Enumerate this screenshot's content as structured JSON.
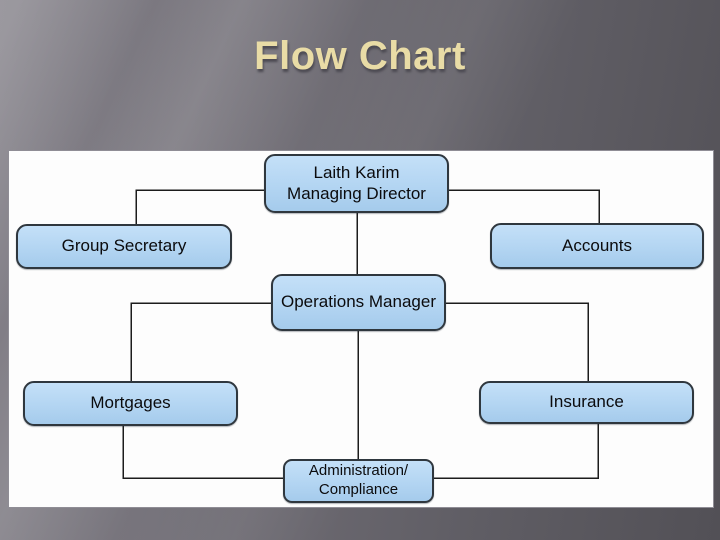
{
  "slide": {
    "title": "Flow Chart"
  },
  "colors": {
    "title_text": "#e9dca6",
    "slide_background": "#6b6970",
    "canvas_background": "#fdfdfd",
    "node_fill": "#b3d5f2",
    "node_border": "#2f373e",
    "connector": "#1c1c1c"
  },
  "diagram": {
    "nodes": [
      {
        "id": "managing-director",
        "label": "Laith Karim\nManaging Director"
      },
      {
        "id": "group-secretary",
        "label": "Group Secretary"
      },
      {
        "id": "accounts",
        "label": "Accounts"
      },
      {
        "id": "operations-manager",
        "label": "Operations Manager"
      },
      {
        "id": "mortgages",
        "label": "Mortgages"
      },
      {
        "id": "insurance",
        "label": "Insurance"
      },
      {
        "id": "administration-compliance",
        "label": "Administration/\nCompliance"
      }
    ],
    "edges": [
      {
        "from": "managing-director",
        "to": "group-secretary"
      },
      {
        "from": "managing-director",
        "to": "accounts"
      },
      {
        "from": "managing-director",
        "to": "operations-manager"
      },
      {
        "from": "operations-manager",
        "to": "mortgages"
      },
      {
        "from": "operations-manager",
        "to": "insurance"
      },
      {
        "from": "operations-manager",
        "to": "administration-compliance"
      },
      {
        "from": "mortgages",
        "to": "administration-compliance"
      },
      {
        "from": "insurance",
        "to": "administration-compliance"
      }
    ]
  }
}
